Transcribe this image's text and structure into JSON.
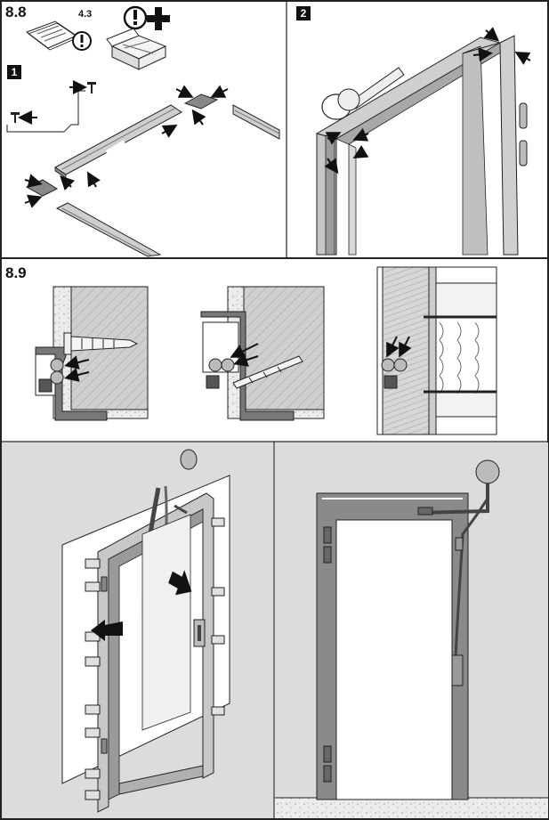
{
  "sections": [
    {
      "number": "8.8",
      "ref": "4.3",
      "steps": [
        "1",
        "2"
      ]
    },
    {
      "number": "8.9"
    }
  ],
  "colors": {
    "line": "#1a1a1a",
    "frame_dark": "#6e6e6e",
    "frame_mid": "#9a9a9a",
    "frame_light": "#c8c8c8",
    "wall": "#dcdcdc",
    "hatch": "#b5b5b5",
    "speckle": "#e9e9e9"
  },
  "icons": [
    "document-stack-icon",
    "warning-icon",
    "box-icon",
    "plus-icon",
    "arrow-icon",
    "mallet-icon",
    "hinge-icon",
    "cable-icon",
    "screw-icon"
  ]
}
